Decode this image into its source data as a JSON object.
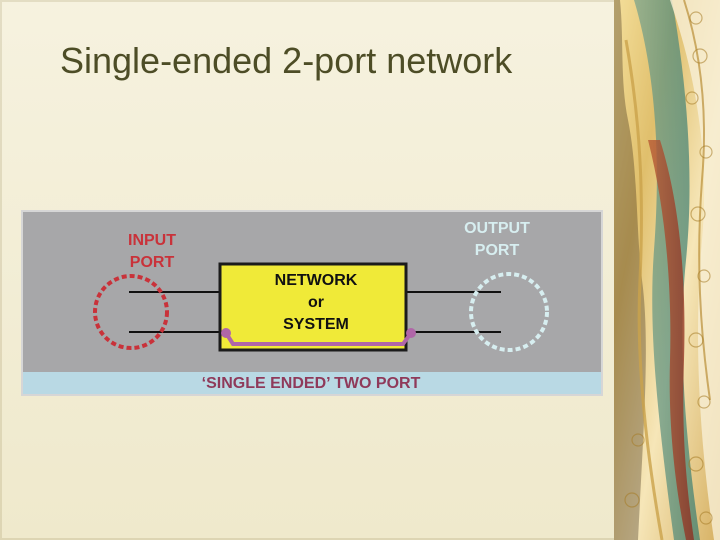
{
  "slide": {
    "title": "Single-ended 2-port network"
  },
  "diagram": {
    "input_port_label": "INPUT\nPORT",
    "output_port_label": "OUTPUT\nPORT",
    "network_label": "NETWORK\nor\nSYSTEM",
    "caption": "‘SINGLE ENDED’ TWO PORT"
  },
  "colors": {
    "background": "#f3efd9",
    "title_text": "#4d4d26",
    "diagram_top": "#a7a7a9",
    "diagram_bottom": "#b9d9e4",
    "network_fill": "#f0ea38",
    "input_port": "#c9323a",
    "output_port": "#d7eef0",
    "ground_line": "#b066a8",
    "caption_text": "#8f3a5a"
  }
}
